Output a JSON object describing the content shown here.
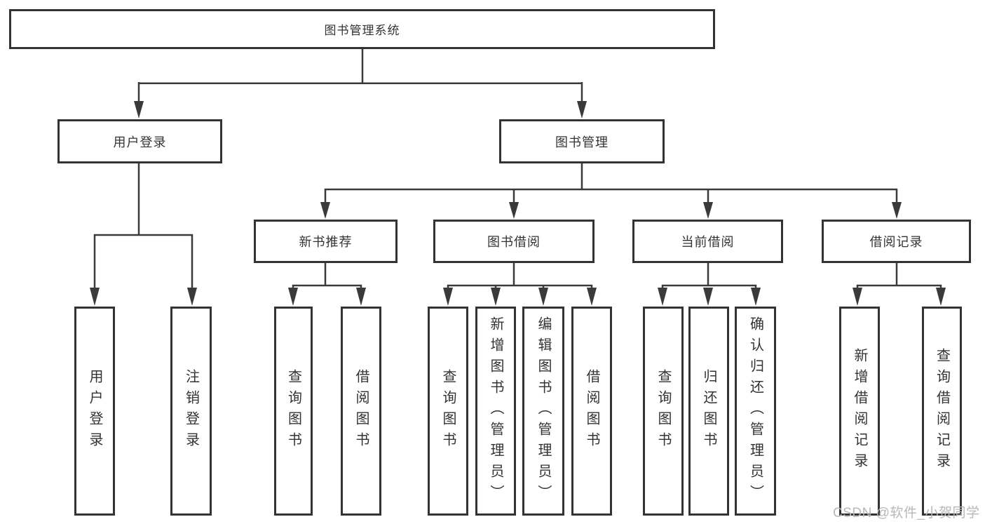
{
  "colors": {
    "line": "#3a3a3a",
    "box_border": "#333333",
    "text": "#333333",
    "background": "#ffffff",
    "watermark": "#b8b8b8"
  },
  "watermark": {
    "text": "CSDN @软件_小贺同学"
  },
  "tree": {
    "label": "图书管理系统",
    "children": [
      {
        "label": "用户登录",
        "children": [
          {
            "label": "用户登录"
          },
          {
            "label": "注销登录"
          }
        ]
      },
      {
        "label": "图书管理",
        "children": [
          {
            "label": "新书推荐",
            "children": [
              {
                "label": "查询图书"
              },
              {
                "label": "借阅图书"
              }
            ]
          },
          {
            "label": "图书借阅",
            "children": [
              {
                "label": "查询图书"
              },
              {
                "label": "新增图书（管理员）"
              },
              {
                "label": "编辑图书（管理员）"
              },
              {
                "label": "借阅图书"
              }
            ]
          },
          {
            "label": "当前借阅",
            "children": [
              {
                "label": "查询图书"
              },
              {
                "label": "归还图书"
              },
              {
                "label": "确认归还（管理员）"
              }
            ]
          },
          {
            "label": "借阅记录",
            "children": [
              {
                "label": "新增借阅记录"
              },
              {
                "label": "查询借阅记录"
              }
            ]
          }
        ]
      }
    ]
  }
}
